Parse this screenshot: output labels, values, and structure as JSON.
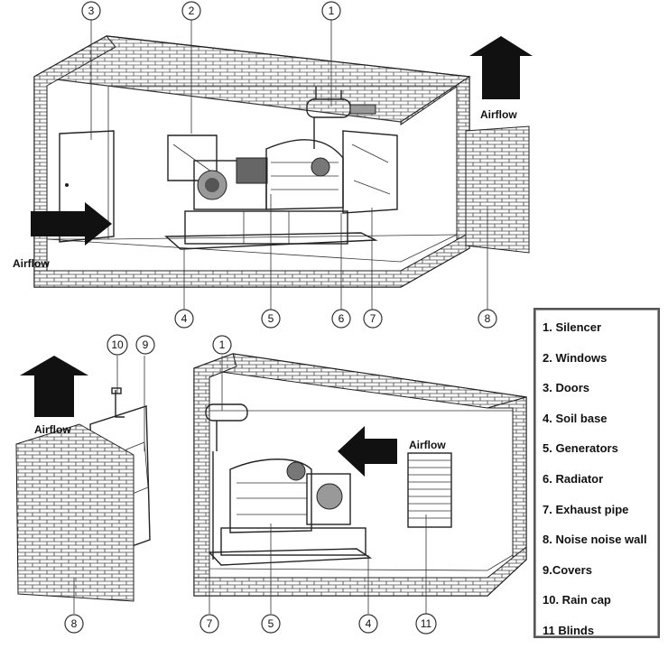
{
  "callouts_top": [
    "3",
    "2",
    "1",
    "4",
    "5",
    "6",
    "7",
    "8"
  ],
  "callouts_bottom": [
    "10",
    "9",
    "1",
    "8",
    "7",
    "5",
    "4",
    "11"
  ],
  "airflow_labels": [
    "Airflow",
    "Airflow",
    "Airflow",
    "Airflow"
  ],
  "legend": [
    "1. Silencer",
    "2. Windows",
    "3. Doors",
    "4. Soil base",
    "5. Generators",
    "6. Radiator",
    "7. Exhaust pipe",
    "8. Noise noise wall",
    "9.Covers",
    "10. Rain cap",
    "11 Blinds"
  ]
}
